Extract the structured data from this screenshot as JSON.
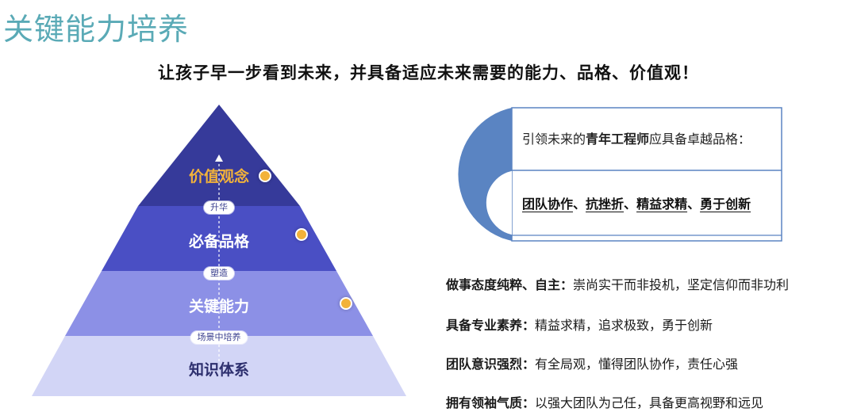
{
  "header": {
    "title": "关键能力培养",
    "subtitle": "让孩子早一步看到未来，并具备适应未来需要的能力、品格、价值观！"
  },
  "pyramid": {
    "layers": [
      {
        "label": "价值观念",
        "color": "#363a9a"
      },
      {
        "label": "必备品格",
        "color": "#4a4fc4"
      },
      {
        "label": "关键能力",
        "color": "#8c90e6"
      },
      {
        "label": "知识体系",
        "color": "#d2d5f6"
      }
    ],
    "connectors": [
      "升华",
      "塑造",
      "场景中培养"
    ],
    "accent_dot_color": "#f2b23a",
    "top_label_color": "#f2b23a"
  },
  "card": {
    "prefix": "引领未来的",
    "emphasis": "青年工程师",
    "suffix": "应具备卓越品格：",
    "qualities": [
      "团队协作",
      "抗挫折",
      "精益求精",
      "勇于创新"
    ],
    "separator": "、",
    "accent_color": "#4a7bbd"
  },
  "traits": [
    {
      "key": "做事态度纯粹、自主：",
      "value": "崇尚实干而非投机，坚定信仰而非功利"
    },
    {
      "key": "具备专业素养：",
      "value": "精益求精，追求极致，勇于创新"
    },
    {
      "key": "团队意识强烈：",
      "value": "有全局观，懂得团队协作，责任心强"
    },
    {
      "key": "拥有领袖气质：",
      "value": "以强大团队为己任，具备更高视野和远见"
    }
  ]
}
